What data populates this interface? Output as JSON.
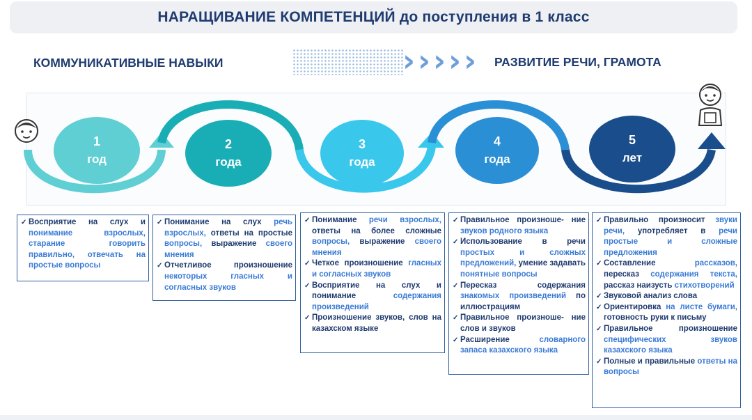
{
  "title": "НАРАЩИВАНИЕ КОМПЕТЕНЦИЙ до поступления в 1 класс",
  "left_heading": "КОММУНИКАТИВНЫЕ НАВЫКИ",
  "right_heading": "РАЗВИТИЕ  РЕЧИ, ГРАМОТА",
  "colors": {
    "c1": "#5fcfd4",
    "c2": "#19aeb5",
    "c3": "#39c7eb",
    "c4": "#2b8fd6",
    "c5": "#1a4d8c"
  },
  "stages": [
    {
      "num": "1",
      "unit": "год"
    },
    {
      "num": "2",
      "unit": "года"
    },
    {
      "num": "3",
      "unit": "года"
    },
    {
      "num": "4",
      "unit": "года"
    },
    {
      "num": "5",
      "unit": "лет"
    }
  ],
  "boxes": [
    {
      "items": [
        [
          {
            "t": "Восприятие на слух и "
          },
          {
            "t": "понимание взрослых,",
            "h": true
          },
          {
            "t": " старание говорить правильно, отвечать на простые вопросы",
            "h": true
          }
        ]
      ]
    },
    {
      "items": [
        [
          {
            "t": "Понимание на слух "
          },
          {
            "t": "речь взрослых,",
            "h": true
          },
          {
            "t": " ответы на простые "
          },
          {
            "t": "вопросы,",
            "h": true
          },
          {
            "t": " выражение "
          },
          {
            "t": "своего мнения",
            "h": true
          }
        ],
        [
          {
            "t": "Отчетливое произношение "
          },
          {
            "t": "некоторых гласных и согласных звуков",
            "h": true
          }
        ]
      ]
    },
    {
      "items": [
        [
          {
            "t": "Понимание "
          },
          {
            "t": "речи взрослых,",
            "h": true
          },
          {
            "t": " ответы на более сложные "
          },
          {
            "t": "вопросы,",
            "h": true
          },
          {
            "t": " выражение "
          },
          {
            "t": "своего мнения",
            "h": true
          }
        ],
        [
          {
            "t": "Четкое произношение "
          },
          {
            "t": "гласных и согласных звуков",
            "h": true
          }
        ],
        [
          {
            "t": "Восприятие на слух и понимание "
          },
          {
            "t": "содержания произведений",
            "h": true
          }
        ],
        [
          {
            "t": "Произношение звуков, слов на казахском языке"
          }
        ]
      ]
    },
    {
      "items": [
        [
          {
            "t": "Правильное произноше- ние "
          },
          {
            "t": "звуков родного языка",
            "h": true
          }
        ],
        [
          {
            "t": "Использование в речи "
          },
          {
            "t": "простых и сложных предложений,",
            "h": true
          },
          {
            "t": " умение задавать "
          },
          {
            "t": "понятные вопросы",
            "h": true
          }
        ],
        [
          {
            "t": "Пересказ содержания "
          },
          {
            "t": "знакомых произведений",
            "h": true
          },
          {
            "t": " по иллюстрациям"
          }
        ],
        [
          {
            "t": "Правильное произноше- ние слов и звуков"
          }
        ],
        [
          {
            "t": "Расширение "
          },
          {
            "t": "словарного запаса казахского языка",
            "h": true
          }
        ]
      ]
    },
    {
      "items": [
        [
          {
            "t": "Правильно произносит "
          },
          {
            "t": "звуки речи,",
            "h": true
          },
          {
            "t": " употребляет в "
          },
          {
            "t": "речи простые и сложные предложения",
            "h": true
          }
        ],
        [
          {
            "t": "Составление "
          },
          {
            "t": "рассказов,",
            "h": true
          },
          {
            "t": " пересказ "
          },
          {
            "t": "содержания текста,",
            "h": true
          },
          {
            "t": " рассказ наизусть "
          },
          {
            "t": "стихотворений",
            "h": true
          }
        ],
        [
          {
            "t": "Звуковой анализ слова"
          }
        ],
        [
          {
            "t": "Ориентировка "
          },
          {
            "t": "на листе бумаги,",
            "h": true
          },
          {
            "t": " готовность руки к письму"
          }
        ],
        [
          {
            "t": "Правильное произношение "
          },
          {
            "t": "специфических звуков казахского языка",
            "h": true
          }
        ],
        [
          {
            "t": "Полные и правильные "
          },
          {
            "t": "ответы на вопросы",
            "h": true
          }
        ]
      ]
    }
  ]
}
